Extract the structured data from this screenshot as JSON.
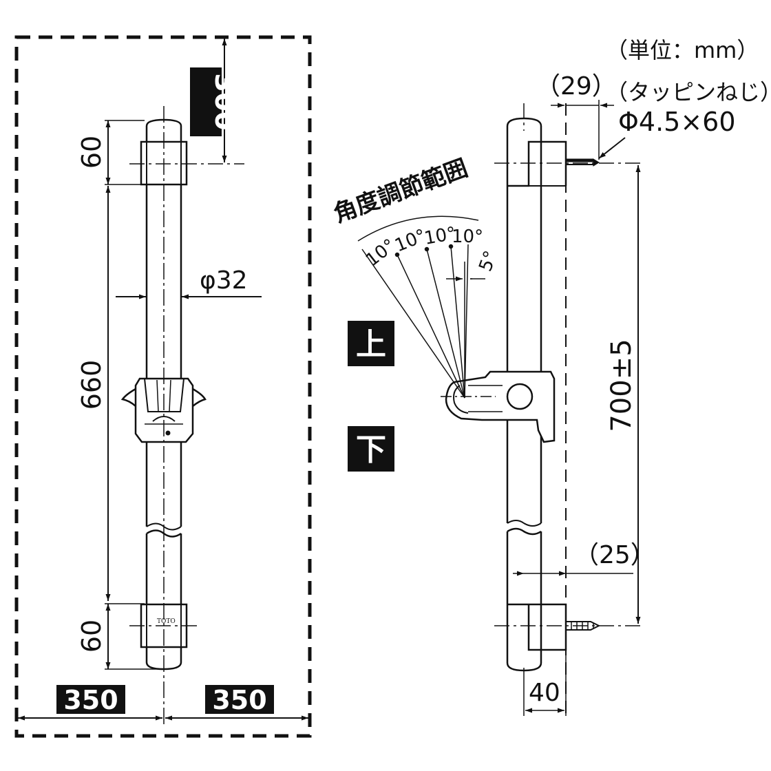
{
  "unit_note": "（単位：mm）",
  "front_view": {
    "dim_top_offset": "300",
    "dim_upper_bracket": "60",
    "dim_rail_span": "660",
    "dim_diameter": "φ32",
    "dim_lower_bracket": "60",
    "dim_left_clearance": "350",
    "dim_right_clearance": "350",
    "brand_mark": "TOTO"
  },
  "side_view": {
    "dim_offset_top": "（29）",
    "screw_label": "（タッピンねじ）",
    "screw_spec": "Φ4.5×60",
    "angle_title": "角度調節範囲",
    "angle_steps": [
      "10°",
      "10°",
      "10°",
      "10°"
    ],
    "angle_offset": "5°",
    "label_up": "上",
    "label_down": "下",
    "dim_mount_pitch": "700±5",
    "dim_offset_bottom": "（25）",
    "dim_depth": "40"
  },
  "colors": {
    "line": "#111111",
    "label_box": "#111111",
    "label_box_text": "#ffffff"
  }
}
